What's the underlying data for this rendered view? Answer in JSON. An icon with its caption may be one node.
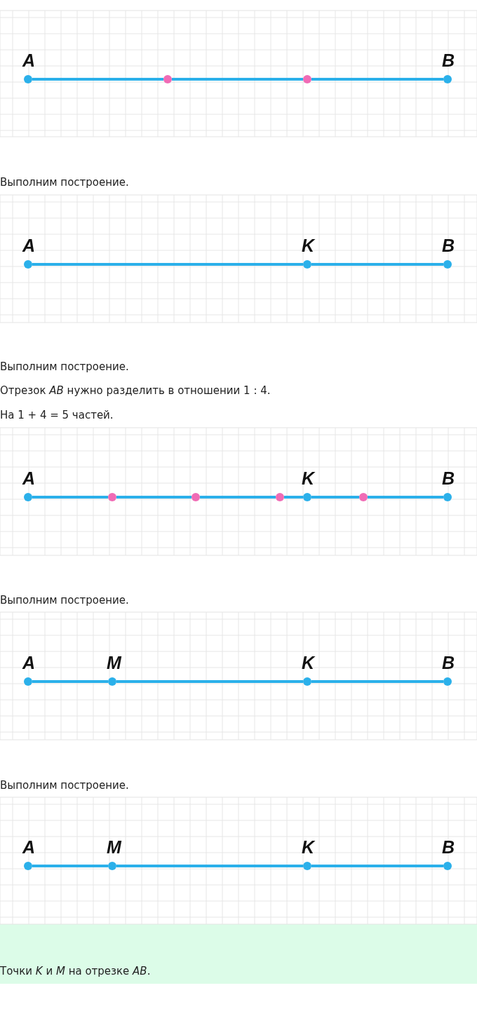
{
  "diagram": {
    "nodes": [
      {
        "text": [
          "A"
        ]
      },
      {
        "text": [],
        "shape": "circle"
      },
      {
        "text": [],
        "shape": "circle"
      },
      {
        "text": [
          "B"
        ]
      },
      {
        "text": [
          "A"
        ]
      },
      {
        "text": [
          "K"
        ]
      },
      {
        "text": [
          "B"
        ]
      },
      {
        "text": [
          "A"
        ]
      },
      {
        "text": [],
        "shape": "circle"
      },
      {
        "text": [],
        "shape": "circle"
      },
      {
        "text": [],
        "shape": "circle"
      },
      {
        "text": [
          "K"
        ]
      },
      {
        "text": [],
        "shape": "circle"
      },
      {
        "text": [
          "B"
        ]
      },
      {
        "text": [
          "A"
        ]
      },
      {
        "text": [
          "M"
        ]
      },
      {
        "text": [
          "K"
        ]
      },
      {
        "text": [
          "B"
        ]
      },
      {
        "text": [
          "A"
        ]
      },
      {
        "text": [
          "M"
        ]
      },
      {
        "text": [
          "K"
        ]
      },
      {
        "text": [
          "B"
        ]
      }
    ],
    "edges": [
      {
        "from": 0,
        "to": 1,
        "arrow": "none"
      },
      {
        "from": 1,
        "to": 2,
        "arrow": "none"
      },
      {
        "from": 2,
        "to": 3,
        "arrow": "none"
      },
      {
        "from": 4,
        "to": 5,
        "arrow": "none"
      },
      {
        "from": 5,
        "to": 6,
        "arrow": "none"
      },
      {
        "from": 7,
        "to": 8,
        "arrow": "none"
      },
      {
        "from": 8,
        "to": 9,
        "arrow": "none"
      },
      {
        "from": 9,
        "to": 10,
        "arrow": "none"
      },
      {
        "from": 10,
        "to": 11,
        "arrow": "none"
      },
      {
        "from": 11,
        "to": 12,
        "arrow": "none"
      },
      {
        "from": 12,
        "to": 13,
        "arrow": "none"
      },
      {
        "from": 14,
        "to": 15,
        "arrow": "none"
      },
      {
        "from": 15,
        "to": 16,
        "arrow": "none"
      },
      {
        "from": 16,
        "to": 17,
        "arrow": "none"
      },
      {
        "from": 18,
        "to": 19,
        "arrow": "none"
      },
      {
        "from": 19,
        "to": 20,
        "arrow": "none"
      },
      {
        "from": 20,
        "to": 21,
        "arrow": "none"
      }
    ],
    "labels": [
      "Выполним построение.",
      "Выполним построение.",
      "Отрезок *AB* нужно разделить в отношении 1 : 4.",
      "На 1 + 4 = 5 частей.",
      "Выполним построение.",
      "Выполним построение.",
      "Точки *K* и *M* на отрезке *AB*."
    ]
  }
}
